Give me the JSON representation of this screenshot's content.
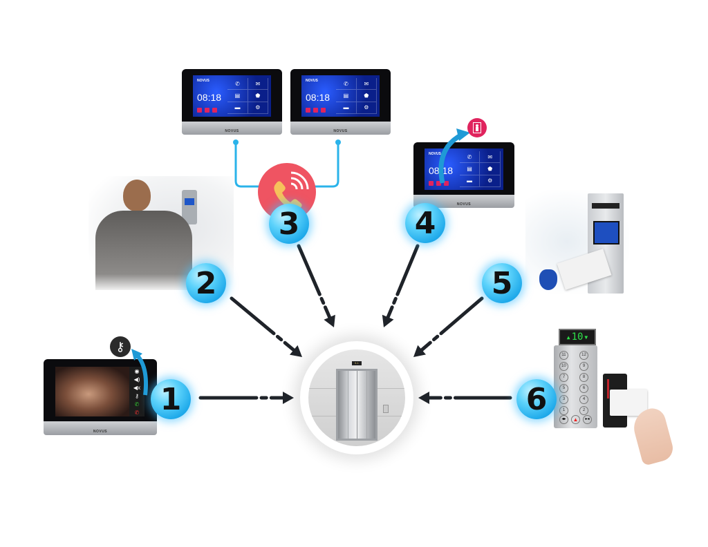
{
  "diagram": {
    "title": "Elevator access control integration",
    "center": {
      "label": "elevator",
      "floor_display": "5-1"
    },
    "steps": [
      {
        "number": "1",
        "device": "indoor monitor with door-release key",
        "icon": "key-icon"
      },
      {
        "number": "2",
        "device": "outdoor panel keypad code entry",
        "icon": "keypad-icon"
      },
      {
        "number": "3",
        "device": "two indoor monitors - intercom call",
        "icon": "phone-call-icon"
      },
      {
        "number": "4",
        "device": "indoor monitor - elevator call",
        "icon": "elevator-icon"
      },
      {
        "number": "5",
        "device": "outdoor panel with RFID card and keyfob",
        "icon": "rfid-icon"
      },
      {
        "number": "6",
        "device": "elevator keypad with card reader",
        "icon": "card-reader-icon"
      }
    ],
    "monitor": {
      "brand": "NOVUS",
      "clock": "08:18"
    },
    "floor_indicator": "10",
    "keypad_buttons": [
      "11",
      "12",
      "10",
      "9",
      "7",
      "8",
      "5",
      "6",
      "3",
      "4",
      "1",
      "2"
    ],
    "colors": {
      "badge": "#29b6f0",
      "arrow": "#1f2329",
      "connector": "#2ab3ea",
      "call_circle": "#ef5462",
      "elevator_icon_circle": "#e0245e",
      "key_icon_circle": "#2b2b2b"
    }
  }
}
